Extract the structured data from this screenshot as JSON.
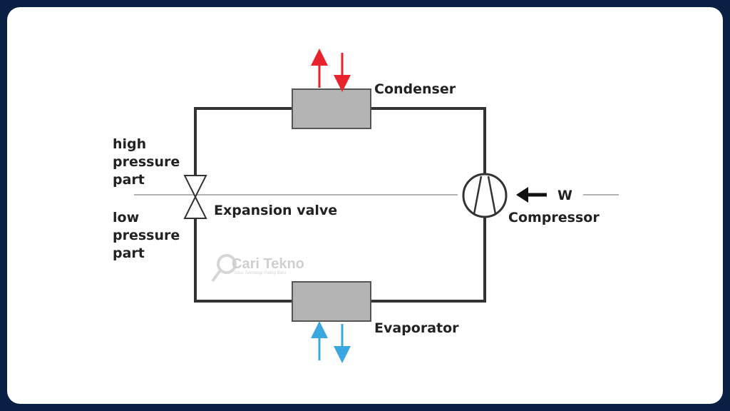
{
  "diagram": {
    "labels": {
      "condenser": "Condenser",
      "evaporator": "Evaporator",
      "expansion_valve": "Expansion valve",
      "compressor": "Compressor",
      "work": "W",
      "high_pressure": [
        "high",
        "pressure",
        "part"
      ],
      "low_pressure": [
        "low",
        "pressure",
        "part"
      ]
    },
    "watermark": {
      "brand": "Cari Tekno",
      "tagline": "Situs Teknologi Paling Baru"
    },
    "colors": {
      "frame": "#0a1f44",
      "pipe": "#333333",
      "component_fill": "#b4b4b4",
      "hot_arrow": "#e8232e",
      "cold_arrow": "#3aa7e0",
      "work_arrow": "#111111"
    }
  }
}
